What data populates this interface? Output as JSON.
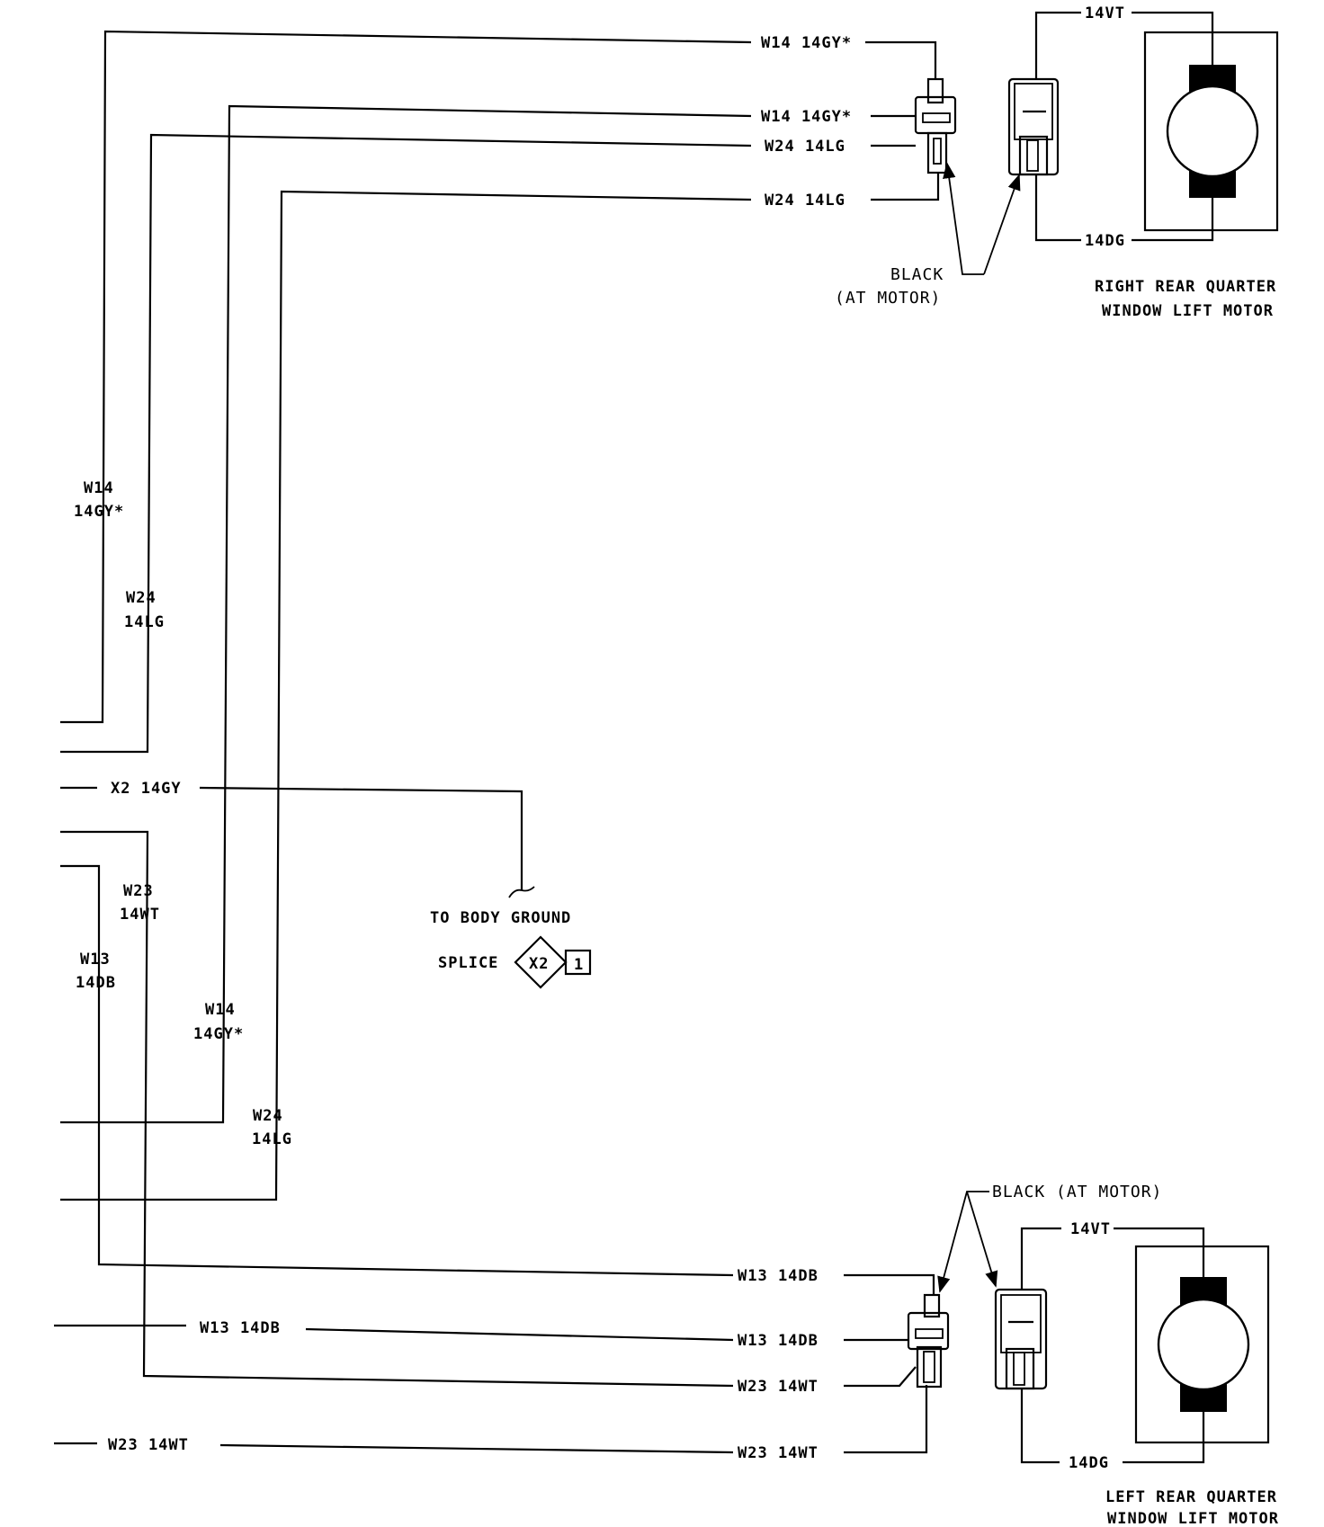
{
  "wires": {
    "r_w14_a": "W14 14GY*",
    "r_w14_b": "W14 14GY*",
    "r_w24_a": "W24 14LG",
    "r_w24_b": "W24 14LG",
    "v_w14_a_l1": "W14",
    "v_w14_a_l2": "14GY*",
    "v_w24_a_l1": "W24",
    "v_w24_a_l2": "14LG",
    "x2": "X2 14GY",
    "v_w23_l1": "W23",
    "v_w23_l2": "14WT",
    "v_w13_l1": "W13",
    "v_w13_l2": "14DB",
    "v_w14_b_l1": "W14",
    "v_w14_b_l2": "14GY*",
    "v_w24_b_l1": "W24",
    "v_w24_b_l2": "14LG",
    "l_w13_a": "W13 14DB",
    "l_w13_b": "W13 14DB",
    "l_w13_c": "W13 14DB",
    "l_w23_a": "W23 14WT",
    "l_w23_b": "W23 14WT",
    "l_w23_c": "W23 14WT"
  },
  "right_motor": {
    "vt": "14VT",
    "dg": "14DG",
    "connector_l1": "BLACK",
    "connector_l2": "(AT MOTOR)",
    "title_l1": "RIGHT REAR QUARTER",
    "title_l2": "WINDOW LIFT MOTOR"
  },
  "left_motor": {
    "vt": "14VT",
    "dg": "14DG",
    "connector": "BLACK (AT MOTOR)",
    "title_l1": "LEFT REAR QUARTER",
    "title_l2": "WINDOW LIFT MOTOR"
  },
  "ground": {
    "to_body": "TO BODY GROUND",
    "splice": "SPLICE",
    "splice_id": "X2",
    "splice_num": "1"
  },
  "icons": [
    "motor-symbol",
    "connector-symbol",
    "splice-diamond",
    "ground-symbol"
  ]
}
